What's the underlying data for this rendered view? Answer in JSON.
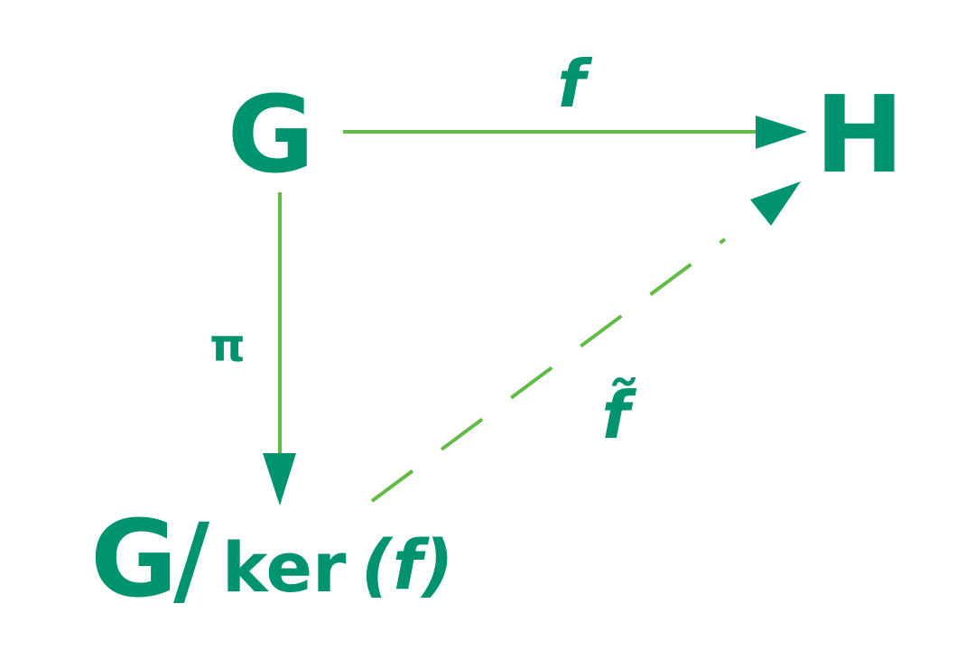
{
  "nodes": {
    "G": "G",
    "H": "H",
    "quotient_G": "G",
    "quotient_slash": "/",
    "quotient_ker": "ker",
    "quotient_arg": "(f)"
  },
  "arrows": {
    "f": "f",
    "pi": "π",
    "f_tilde": "f̃"
  },
  "colors": {
    "node": "#00936f",
    "line": "#62bb46"
  }
}
